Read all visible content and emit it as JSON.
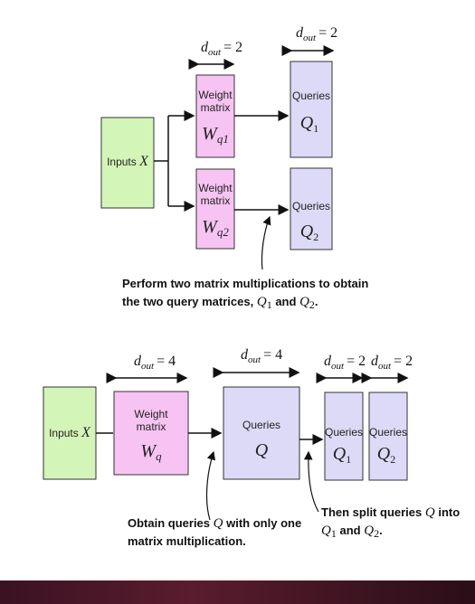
{
  "top": {
    "dims": {
      "symbol": "d",
      "sub": "out",
      "eq1": "= 2",
      "eq2": "= 2"
    },
    "inputs": {
      "label": "Inputs",
      "sym": "X"
    },
    "weight1": {
      "line1": "Weight",
      "line2": "matrix",
      "sym": "W",
      "sub": "q1"
    },
    "weight2": {
      "line1": "Weight",
      "line2": "matrix",
      "sym": "W",
      "sub": "q2"
    },
    "query1": {
      "label": "Queries",
      "sym": "Q",
      "sub": "1"
    },
    "query2": {
      "label": "Queries",
      "sym": "Q",
      "sub": "2"
    },
    "note": {
      "line1": "Perform two matrix multiplications to obtain",
      "line2_prefix": "the two query matrices,",
      "sym1": "Q",
      "sub1": "1",
      "and": "and",
      "sym2": "Q",
      "sub2": "2",
      "end": "."
    }
  },
  "bottom": {
    "dims": {
      "symbol": "d",
      "sub": "out",
      "eq_w": "= 4",
      "eq_q": "= 4",
      "eq_q1": "= 2",
      "eq_q2": "= 2"
    },
    "inputs": {
      "label": "Inputs",
      "sym": "X"
    },
    "weight": {
      "line1": "Weight",
      "line2": "matrix",
      "sym": "W",
      "sub": "q"
    },
    "queries": {
      "label": "Queries",
      "sym": "Q"
    },
    "query1": {
      "label": "Queries",
      "sym": "Q",
      "sub": "1"
    },
    "query2": {
      "label": "Queries",
      "sym": "Q",
      "sub": "2"
    },
    "note_left": {
      "line1_prefix": "Obtain queries",
      "sym": "Q",
      "line1_suffix": "with only one",
      "line2": "matrix multiplication."
    },
    "note_right": {
      "line1_prefix": "Then split queries",
      "sym": "Q",
      "line1_suffix": "into",
      "sym1": "Q",
      "sub1": "1",
      "and": "and",
      "sym2": "Q",
      "sub2": "2",
      "end": "."
    }
  },
  "colors": {
    "inputs": "#d4f5b8",
    "weight": "#f7c3f3",
    "queries": "#dcdaf7",
    "footer": "#3a1222"
  }
}
